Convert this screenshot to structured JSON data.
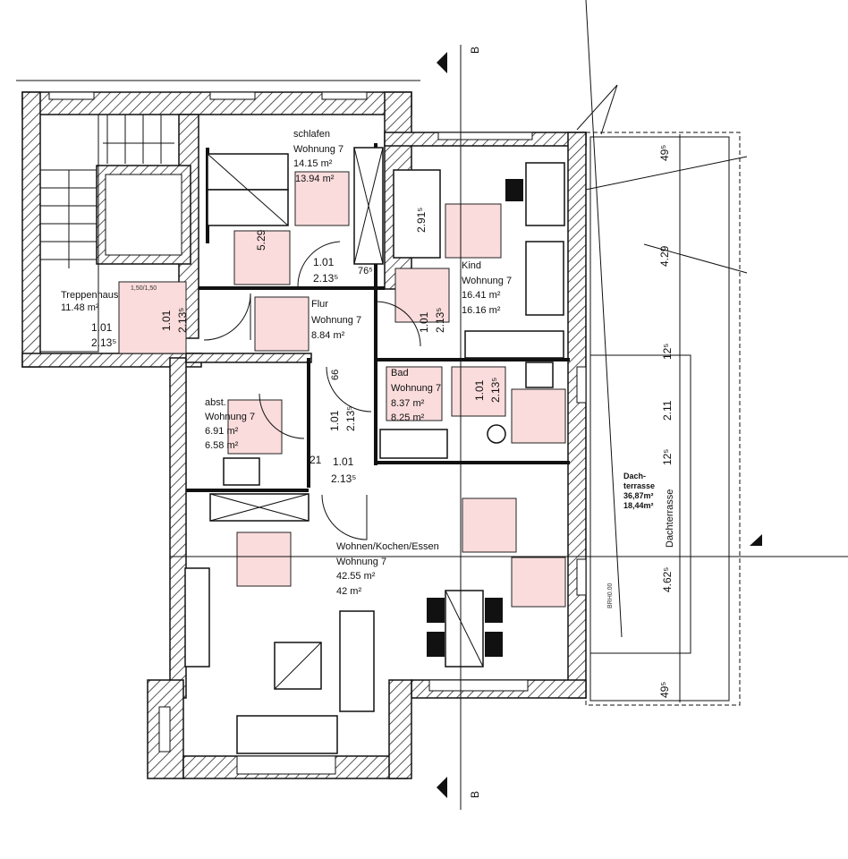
{
  "section_marker": "B",
  "rooms": {
    "treppenhaus": {
      "name": "Treppenhaus",
      "area": "11.48 m²",
      "lift": "1,50/1,50"
    },
    "schlafen": {
      "name": "schlafen",
      "unit": "Wohnung 7",
      "area1": "14.15 m²",
      "area2": "13.94 m²"
    },
    "kind": {
      "name": "Kind",
      "unit": "Wohnung 7",
      "area1": "16.41 m²",
      "area2": "16.16 m²"
    },
    "flur": {
      "name": "Flur",
      "unit": "Wohnung 7",
      "area1": "8.84 m²"
    },
    "bad": {
      "name": "Bad",
      "unit": "Wohnung 7",
      "area1": "8.37 m²",
      "area2": "8.25 m²"
    },
    "abst": {
      "name": "abst.",
      "unit": "Wohnung 7",
      "area1": "6.91 m²",
      "area2": "6.58 m²"
    },
    "wohnen": {
      "name": "Wohnen/Kochen/Essen",
      "unit": "Wohnung 7",
      "area1": "42.55 m²",
      "area2": "42 m²"
    },
    "terrasse": {
      "name1": "Dach-",
      "name2": "terrasse",
      "area1": "36,87m²",
      "area2": "18,44m²",
      "label": "Dachterrasse",
      "brh": "BRH0.00"
    }
  },
  "dimensions": {
    "door_w": "1.01",
    "door_h": "2.13⁵",
    "d_529": "5.29",
    "d_76": "76⁵",
    "d_291": "2.91⁵",
    "d_66": "66",
    "d_21": "21",
    "t_495a": "49⁵",
    "t_429": "4.29",
    "t_125a": "12⁵",
    "t_211": "2.11",
    "t_125b": "12⁵",
    "t_4625": "4.62⁵",
    "t_495b": "49⁵"
  },
  "colors": {
    "highlight": "#fbdcdc",
    "line": "#111111"
  }
}
